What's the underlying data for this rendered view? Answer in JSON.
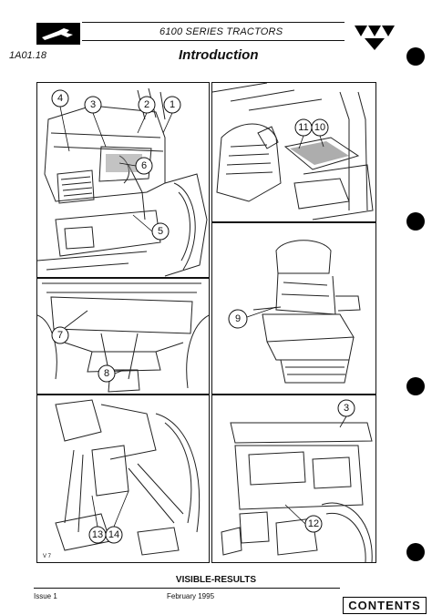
{
  "header": {
    "series": "6100 SERIES TRACTORS",
    "code": "1A01.18",
    "title": "Introduction"
  },
  "panels": {
    "p1": {
      "callouts": [
        "4",
        "3",
        "2",
        "1",
        "6",
        "5"
      ]
    },
    "p2": {
      "callouts": [
        "11",
        "10"
      ]
    },
    "p3": {
      "callouts": [
        "9"
      ]
    },
    "p4": {
      "callouts": [
        "7",
        "8"
      ]
    },
    "p5": {
      "callouts": [
        "13",
        "14"
      ],
      "note": "V 7"
    },
    "p6": {
      "callouts": [
        "3",
        "12"
      ]
    }
  },
  "footer": {
    "title": "VISIBLE-RESULTS",
    "issue": "Issue  1",
    "date": "February 1995",
    "contents_label": "CONTENTS"
  }
}
